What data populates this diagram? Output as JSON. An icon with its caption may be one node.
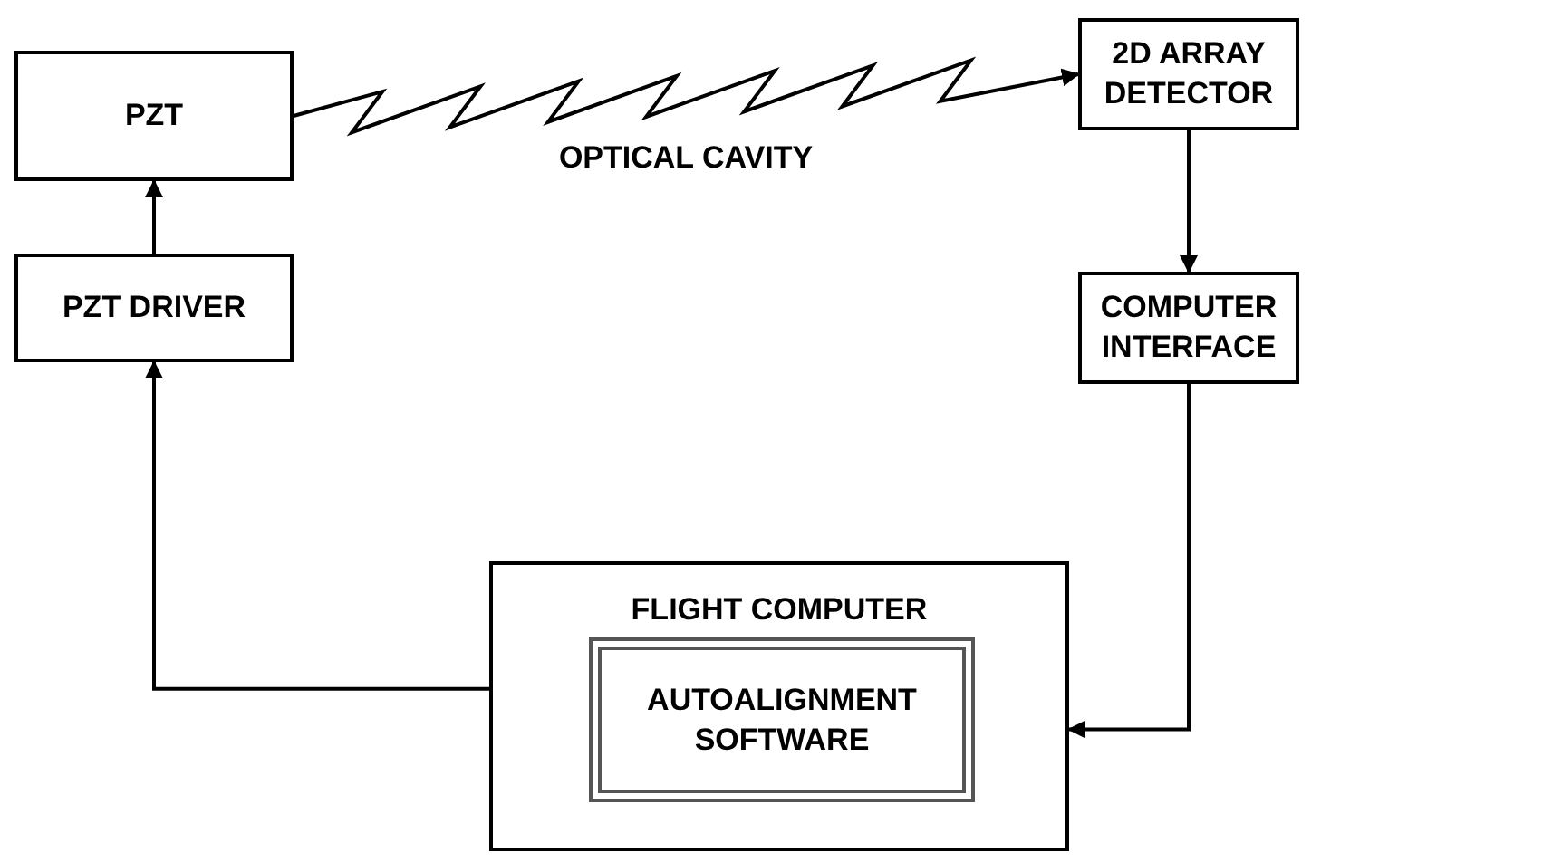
{
  "diagram": {
    "nodes": [
      {
        "text": [
          "PZT"
        ]
      },
      {
        "text": [
          "2D ARRAY DETECTOR"
        ]
      },
      {
        "text": [
          "COMPUTER INTERFACE"
        ]
      },
      {
        "text": [
          "PZT DRIVER"
        ]
      },
      {
        "text": [
          "FLIGHT COMPUTER"
        ]
      },
      {
        "text": [
          "AUTOALIGNMENT SOFTWARE"
        ],
        "in": 4
      }
    ],
    "edges": [
      {
        "from": 0,
        "to": 1,
        "arrow": "to",
        "label": "OPTICAL CAVITY"
      },
      {
        "from": 1,
        "to": 2,
        "arrow": "to"
      },
      {
        "from": 2,
        "to": 4,
        "arrow": "to"
      },
      {
        "from": 4,
        "to": 3,
        "arrow": "to"
      },
      {
        "from": 3,
        "to": 0,
        "arrow": "to"
      }
    ]
  }
}
